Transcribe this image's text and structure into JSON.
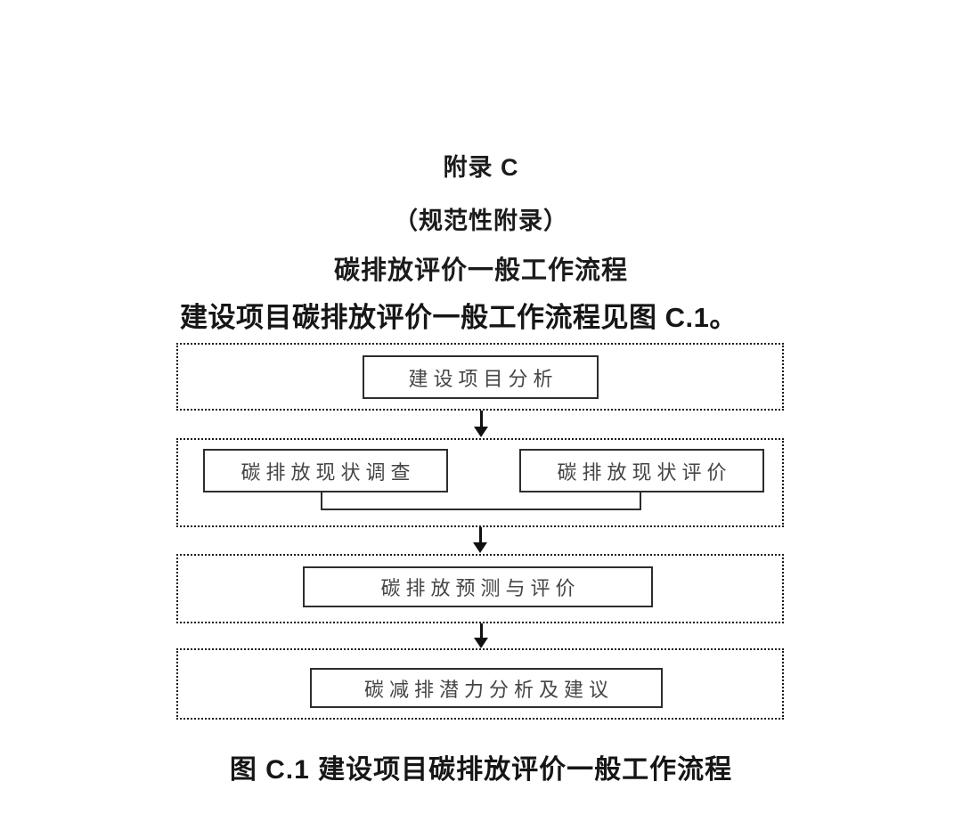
{
  "header": {
    "appendix_label": "附录 C",
    "appendix_type": "（规范性附录）",
    "appendix_title": "碳排放评价一般工作流程",
    "intro_text": "建设项目碳排放评价一般工作流程见图 C.1。"
  },
  "flowchart": {
    "stages": [
      {
        "boxes": [
          "建设项目分析"
        ]
      },
      {
        "boxes": [
          "碳排放现状调查",
          "碳排放现状评价"
        ]
      },
      {
        "boxes": [
          "碳排放预测与评价"
        ]
      },
      {
        "boxes": [
          "碳减排潜力分析及建议"
        ]
      }
    ],
    "container_border_style": "dotted",
    "border_color": "#1a1a1a",
    "box_border_color": "#2d2d2d",
    "arrow_color": "#111111"
  },
  "caption": "图 C.1 建设项目碳排放评价一般工作流程",
  "colors": {
    "background": "#ffffff",
    "heading_text": "#161616",
    "box_text": "#454545"
  }
}
